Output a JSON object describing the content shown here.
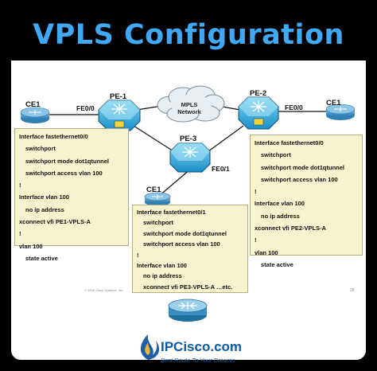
{
  "title": "VPLS Configuration",
  "cloud": {
    "label_line1": "MPLS",
    "label_line2": "Network"
  },
  "devices": {
    "ce1_left": "CE1",
    "pe1": "PE-1",
    "pe2": "PE-2",
    "pe3": "PE-3",
    "ce1_right": "CE1",
    "ce1_bottom": "CE1"
  },
  "interfaces": {
    "pe1_fe": "FE0/0",
    "pe2_fe": "FE0/0",
    "pe3_fe": "FE0/1"
  },
  "configs": {
    "pe1": [
      "Interface fastethernet0/0",
      "switchport",
      "switchport mode dot1qtunnel",
      "switchport access vlan 100",
      "!",
      "Interface vlan 100",
      "no ip address",
      "xconnect vfi PE1-VPLS-A",
      "!",
      "vlan 100",
      "state active"
    ],
    "pe2": [
      "Interface fastethernet0/0",
      "switchport",
      "switchport mode dot1qtunnel",
      "switchport access vlan 100",
      "!",
      "Interface vlan 100",
      "no ip address",
      "xconnect vfi PE2-VPLS-A",
      "!",
      "vlan 100",
      "state active"
    ],
    "pe3": [
      "Interface fastethernet0/1",
      "switchport",
      "switchport mode dot1qtunnel",
      "switchport access vlan 100",
      "!",
      "Interface vlan 100",
      "no ip address",
      "xconnect vfi PE3-VPLS-A …etc."
    ]
  },
  "slide_footer": {
    "copyright": "© 2006 Cisco Systems, Inc.",
    "page": "28"
  },
  "branding": {
    "name": "IPCisco.com",
    "tagline": "Best Route To Your Dreams"
  },
  "colors": {
    "title": "#3fa9f5",
    "config_bg": "#f7f3cf",
    "switch_body": "#1aa6d8",
    "router_body": "#3a8fc0",
    "brand": "#0a5aa8"
  }
}
